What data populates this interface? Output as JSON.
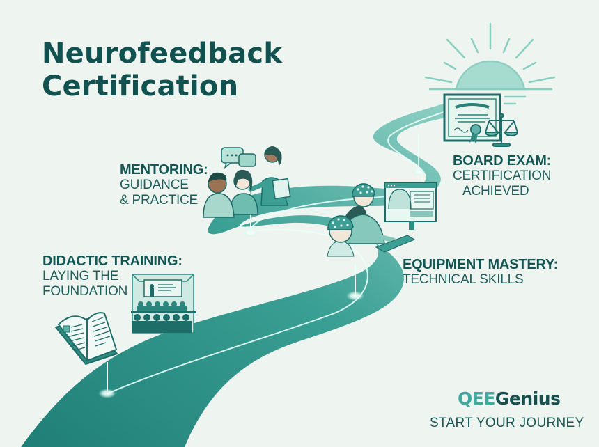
{
  "title": {
    "line1": "Neurofeedback",
    "line2": "Certification"
  },
  "milestones": [
    {
      "id": "didactic",
      "heading": "DIDACTIC TRAINING:",
      "line1": "LAYING THE",
      "line2": "FOUNDATION",
      "icons": [
        "open-book-icon",
        "lecture-hall-icon"
      ]
    },
    {
      "id": "mentoring",
      "heading": "MENTORING:",
      "line1": "GUIDANCE",
      "line2": "& PRACTICE",
      "icons": [
        "mentor-group-icon",
        "speech-bubbles-icon"
      ]
    },
    {
      "id": "equipment",
      "heading": "EQUIPMENT MASTERY:",
      "line1": "TECHNICAL SKILLS",
      "line2": "",
      "icons": [
        "eeg-cap-technician-icon",
        "computer-monitor-icon"
      ]
    },
    {
      "id": "board",
      "heading": "BOARD EXAM:",
      "line1": "CERTIFICATION",
      "line2": "ACHIEVED",
      "icons": [
        "certificate-icon",
        "scales-icon",
        "rising-sun-icon"
      ]
    }
  ],
  "brand": {
    "part1": "QEE",
    "part2": "Genius",
    "tagline": "START YOUR JOURNEY"
  },
  "colors": {
    "background": "#eef5f0",
    "title": "#11514f",
    "road": "#2f958c",
    "road_dark": "#1f7c75",
    "road_light": "#6cc1b4",
    "accent": "#42a99e",
    "sun": "#9fd8cb"
  }
}
